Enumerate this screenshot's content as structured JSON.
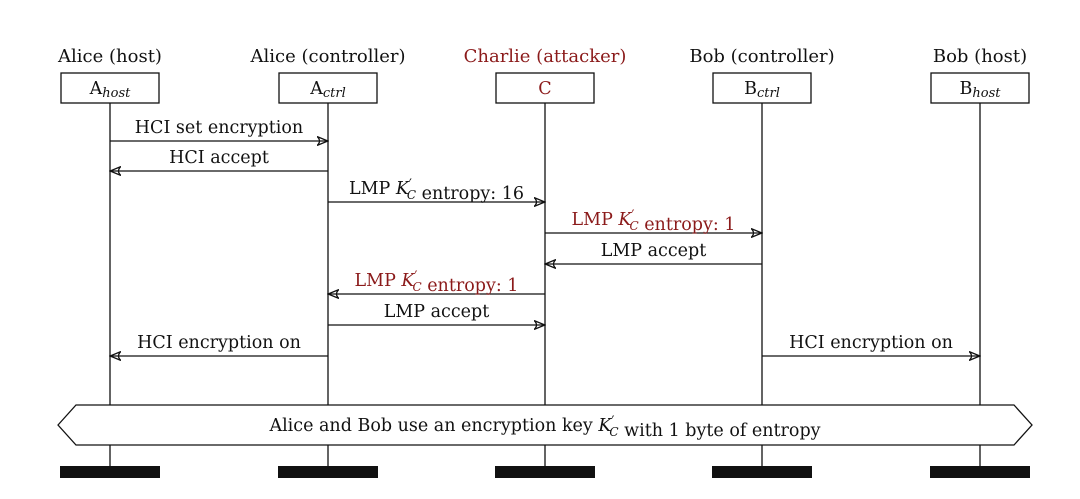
{
  "colors": {
    "ink": "#111111",
    "attacker": "#8b1a1a",
    "background": "#ffffff"
  },
  "participants": [
    {
      "id": "a_host",
      "title": "Alice (host)",
      "box_main": "A",
      "box_sub": "host",
      "role": "normal"
    },
    {
      "id": "a_ctrl",
      "title": "Alice (controller)",
      "box_main": "A",
      "box_sub": "ctrl",
      "role": "normal"
    },
    {
      "id": "c",
      "title": "Charlie (attacker)",
      "box_main": "C",
      "box_sub": "",
      "role": "attacker"
    },
    {
      "id": "b_ctrl",
      "title": "Bob (controller)",
      "box_main": "B",
      "box_sub": "ctrl",
      "role": "normal"
    },
    {
      "id": "b_host",
      "title": "Bob (host)",
      "box_main": "B",
      "box_sub": "host",
      "role": "normal"
    }
  ],
  "messages": [
    {
      "from": 0,
      "to": 1,
      "parts": [
        {
          "t": "HCI set encryption"
        }
      ],
      "role": "normal"
    },
    {
      "from": 1,
      "to": 0,
      "parts": [
        {
          "t": "HCI accept"
        }
      ],
      "role": "normal"
    },
    {
      "from": 1,
      "to": 2,
      "parts": [
        {
          "t": "LMP "
        },
        {
          "k": "K"
        },
        {
          "t": " entropy: 16"
        }
      ],
      "role": "normal"
    },
    {
      "from": 2,
      "to": 3,
      "parts": [
        {
          "t": "LMP "
        },
        {
          "k": "K"
        },
        {
          "t": " entropy: 1"
        }
      ],
      "role": "attacker"
    },
    {
      "from": 3,
      "to": 2,
      "parts": [
        {
          "t": "LMP accept"
        }
      ],
      "role": "normal"
    },
    {
      "from": 2,
      "to": 1,
      "parts": [
        {
          "t": "LMP "
        },
        {
          "k": "K"
        },
        {
          "t": " entropy: 1"
        }
      ],
      "role": "attacker"
    },
    {
      "from": 1,
      "to": 2,
      "parts": [
        {
          "t": "LMP accept"
        }
      ],
      "role": "normal"
    },
    {
      "from": 1,
      "to": 0,
      "parts": [
        {
          "t": "HCI encryption on"
        }
      ],
      "role": "normal"
    },
    {
      "from": 3,
      "to": 4,
      "parts": [
        {
          "t": "HCI encryption on"
        }
      ],
      "role": "normal"
    }
  ],
  "key_symbol": {
    "base": "K",
    "prime": "′",
    "subscript": "C"
  },
  "conclusion": {
    "parts": [
      {
        "t": "Alice and Bob use an encryption key "
      },
      {
        "k": "K"
      },
      {
        "t": " with 1 byte of entropy"
      }
    ]
  }
}
